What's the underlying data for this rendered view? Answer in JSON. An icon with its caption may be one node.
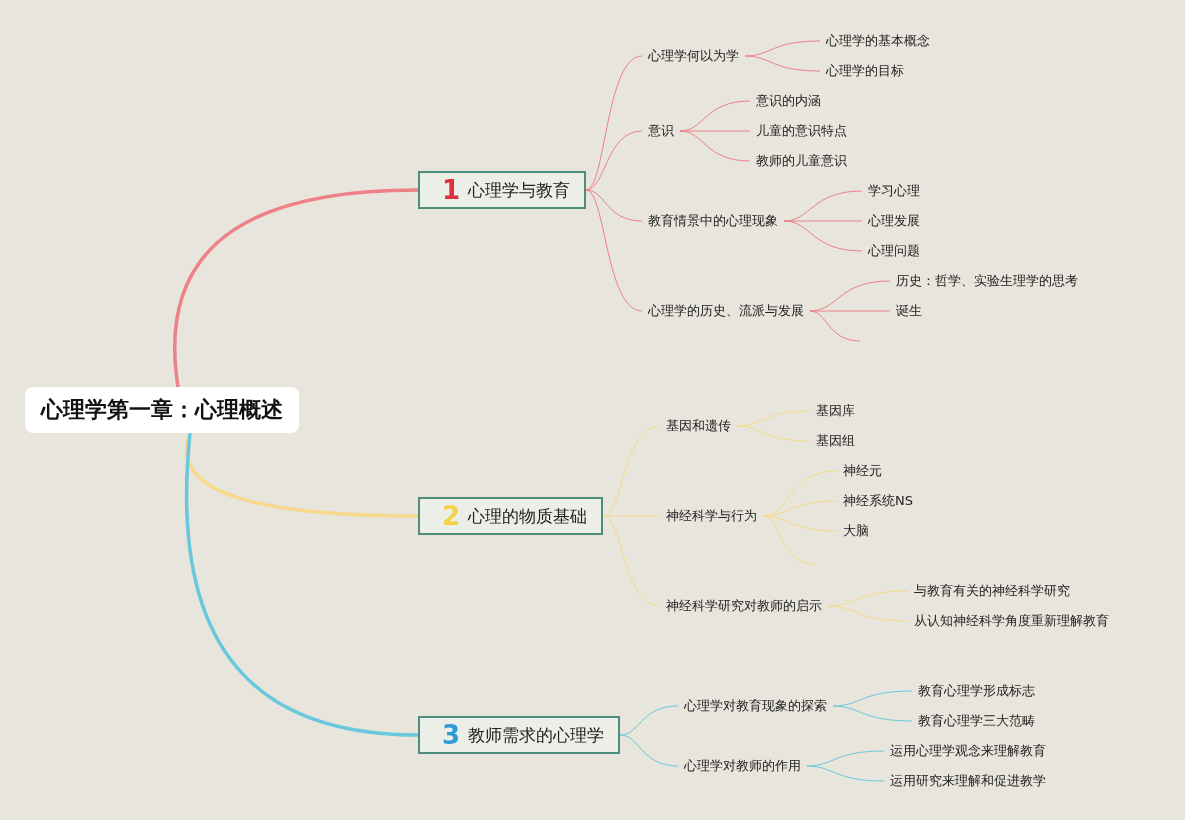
{
  "diagram": {
    "nodes": [
      {
        "text": [
          "心理学第一章：心理概述"
        ]
      },
      {
        "text": [
          "1",
          "心理学与教育"
        ]
      },
      {
        "text": [
          "心理学何以为学"
        ]
      },
      {
        "text": [
          "心理学的基本概念"
        ]
      },
      {
        "text": [
          "心理学的目标"
        ]
      },
      {
        "text": [
          "意识"
        ]
      },
      {
        "text": [
          "意识的内涵"
        ]
      },
      {
        "text": [
          "儿童的意识特点"
        ]
      },
      {
        "text": [
          "教师的儿童意识"
        ]
      },
      {
        "text": [
          "教育情景中的心理现象"
        ]
      },
      {
        "text": [
          "学习心理"
        ]
      },
      {
        "text": [
          "心理发展"
        ]
      },
      {
        "text": [
          "心理问题"
        ]
      },
      {
        "text": [
          "心理学的历史、流派与发展"
        ]
      },
      {
        "text": [
          "历史：哲学、实验生理学的思考"
        ]
      },
      {
        "text": [
          "诞生"
        ]
      },
      {
        "text": [
          "2",
          "心理的物质基础"
        ]
      },
      {
        "text": [
          "基因和遗传"
        ]
      },
      {
        "text": [
          "基因库"
        ]
      },
      {
        "text": [
          "基因组"
        ]
      },
      {
        "text": [
          "神经科学与行为"
        ]
      },
      {
        "text": [
          "神经元"
        ]
      },
      {
        "text": [
          "神经系统NS"
        ]
      },
      {
        "text": [
          "大脑"
        ]
      },
      {
        "text": [
          "神经科学研究对教师的启示"
        ]
      },
      {
        "text": [
          "与教育有关的神经科学研究"
        ]
      },
      {
        "text": [
          "从认知神经科学角度重新理解教育"
        ]
      },
      {
        "text": [
          "3",
          "教师需求的心理学"
        ]
      },
      {
        "text": [
          "心理学对教育现象的探索"
        ]
      },
      {
        "text": [
          "教育心理学形成标志"
        ]
      },
      {
        "text": [
          "教育心理学三大范畴"
        ]
      },
      {
        "text": [
          "心理学对教师的作用"
        ]
      },
      {
        "text": [
          "运用心理学观念来理解教育"
        ]
      },
      {
        "text": [
          "运用研究来理解和促进教学"
        ]
      }
    ],
    "edges": [
      {
        "from": 0,
        "to": 1,
        "arrow": "none",
        "style": "thick"
      },
      {
        "from": 1,
        "to": 2,
        "arrow": "none"
      },
      {
        "from": 1,
        "to": 5,
        "arrow": "none"
      },
      {
        "from": 1,
        "to": 9,
        "arrow": "none"
      },
      {
        "from": 1,
        "to": 13,
        "arrow": "none"
      },
      {
        "from": 2,
        "to": 3,
        "arrow": "none"
      },
      {
        "from": 2,
        "to": 4,
        "arrow": "none"
      },
      {
        "from": 5,
        "to": 6,
        "arrow": "none"
      },
      {
        "from": 5,
        "to": 7,
        "arrow": "none"
      },
      {
        "from": 5,
        "to": 8,
        "arrow": "none"
      },
      {
        "from": 9,
        "to": 10,
        "arrow": "none"
      },
      {
        "from": 9,
        "to": 11,
        "arrow": "none"
      },
      {
        "from": 9,
        "to": 12,
        "arrow": "none"
      },
      {
        "from": 13,
        "to": 14,
        "arrow": "none"
      },
      {
        "from": 13,
        "to": 15,
        "arrow": "none"
      },
      {
        "from": 13,
        "to": null,
        "arrow": "none"
      },
      {
        "from": 0,
        "to": 16,
        "arrow": "none",
        "style": "thick",
        "color": "#f8d98b"
      },
      {
        "from": 16,
        "to": 17,
        "arrow": "none",
        "color": "#f8d98b"
      },
      {
        "from": 16,
        "to": 20,
        "arrow": "none",
        "color": "#f8d98b"
      },
      {
        "from": 16,
        "to": 24,
        "arrow": "none",
        "color": "#f8d98b"
      },
      {
        "from": 17,
        "to": 18,
        "arrow": "none",
        "color": "#f8d98b"
      },
      {
        "from": 17,
        "to": 19,
        "arrow": "none",
        "color": "#f8d98b"
      },
      {
        "from": 20,
        "to": 21,
        "arrow": "none",
        "color": "#f8d98b"
      },
      {
        "from": 20,
        "to": 22,
        "arrow": "none",
        "color": "#f8d98b"
      },
      {
        "from": 20,
        "to": 23,
        "arrow": "none",
        "color": "#f8d98b"
      },
      {
        "from": 20,
        "to": null,
        "arrow": "none",
        "color": "#f8d98b"
      },
      {
        "from": 24,
        "to": 25,
        "arrow": "none",
        "color": "#f8d98b"
      },
      {
        "from": 24,
        "to": 26,
        "arrow": "none",
        "color": "#f8d98b"
      },
      {
        "from": 0,
        "to": 27,
        "arrow": "none",
        "style": "thick",
        "color": "#6ac8dd"
      },
      {
        "from": 27,
        "to": 28,
        "arrow": "none",
        "color": "#6ac8dd"
      },
      {
        "from": 27,
        "to": 31,
        "arrow": "none",
        "color": "#6ac8dd"
      },
      {
        "from": 28,
        "to": 29,
        "arrow": "none",
        "color": "#6ac8dd"
      },
      {
        "from": 28,
        "to": 30,
        "arrow": "none",
        "color": "#6ac8dd"
      },
      {
        "from": 31,
        "to": 32,
        "arrow": "none",
        "color": "#6ac8dd"
      },
      {
        "from": 31,
        "to": 33,
        "arrow": "none",
        "color": "#6ac8dd"
      }
    ]
  }
}
